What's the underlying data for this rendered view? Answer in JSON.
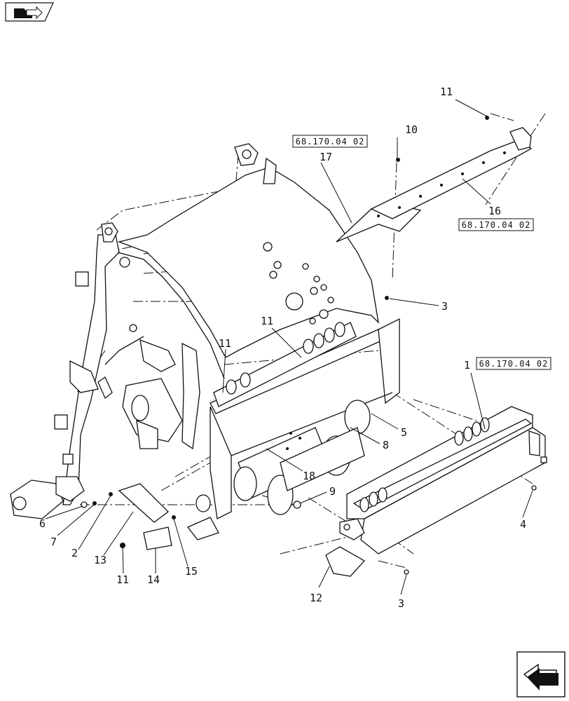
{
  "diagram": {
    "callouts": [
      {
        "id": "c11a",
        "label": "11"
      },
      {
        "id": "c10",
        "label": "10"
      },
      {
        "id": "c17",
        "label": "17"
      },
      {
        "id": "c16",
        "label": "16"
      },
      {
        "id": "c3a",
        "label": "3"
      },
      {
        "id": "c11b",
        "label": "11"
      },
      {
        "id": "c11c",
        "label": "11"
      },
      {
        "id": "c1",
        "label": "1"
      },
      {
        "id": "c5",
        "label": "5"
      },
      {
        "id": "c8",
        "label": "8"
      },
      {
        "id": "c18",
        "label": "18"
      },
      {
        "id": "c9",
        "label": "9"
      },
      {
        "id": "c4",
        "label": "4"
      },
      {
        "id": "c6",
        "label": "6"
      },
      {
        "id": "c7",
        "label": "7"
      },
      {
        "id": "c2",
        "label": "2"
      },
      {
        "id": "c13",
        "label": "13"
      },
      {
        "id": "c15",
        "label": "15"
      },
      {
        "id": "c11d",
        "label": "11"
      },
      {
        "id": "c14",
        "label": "14"
      },
      {
        "id": "c12",
        "label": "12"
      },
      {
        "id": "c3b",
        "label": "3"
      }
    ],
    "references": [
      {
        "id": "ref17",
        "text": "68.170.04 02"
      },
      {
        "id": "ref16",
        "text": "68.170.04 02"
      },
      {
        "id": "ref1",
        "text": "68.170.04 02"
      }
    ]
  },
  "nav": {
    "top_icon": "folder-arrow-icon",
    "bottom_icon": "next-page-arrow-icon"
  }
}
